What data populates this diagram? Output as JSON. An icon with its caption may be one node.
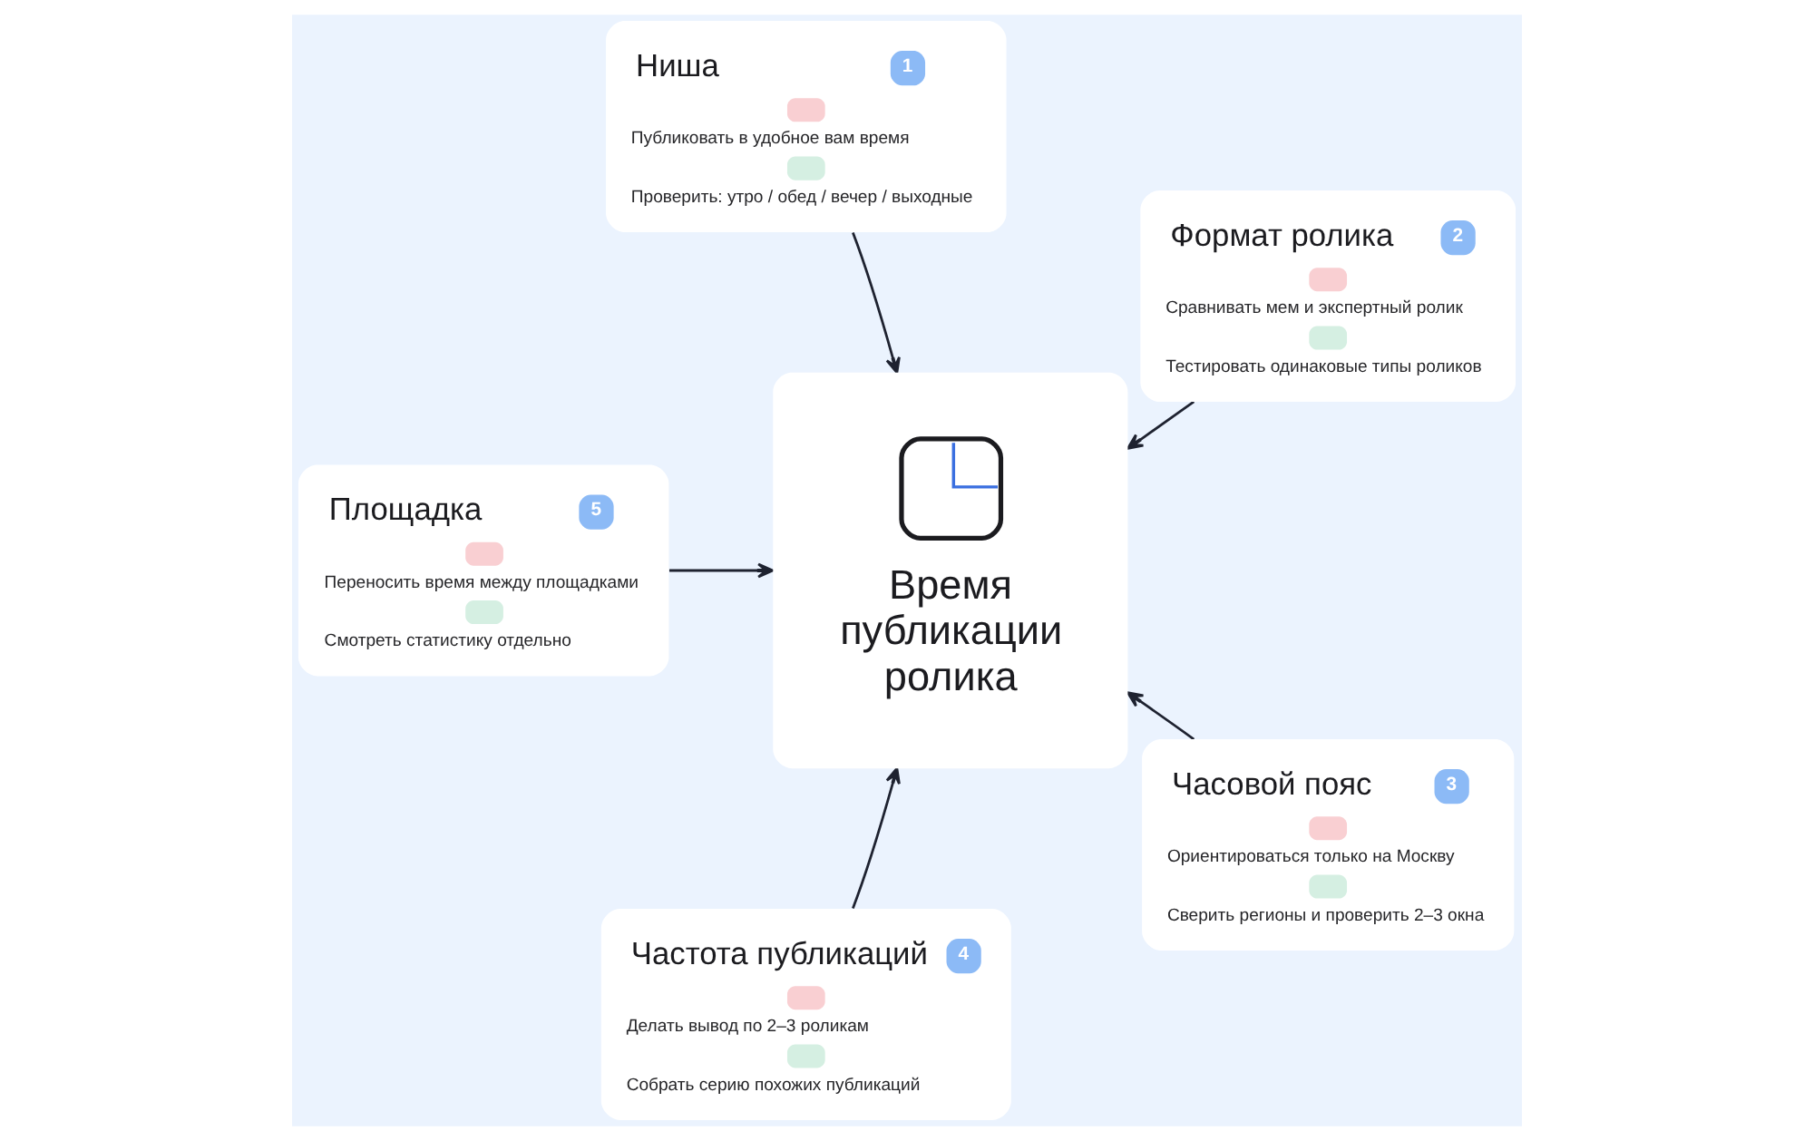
{
  "diagram": {
    "nodes": [
      {
        "text": [
          "Ниша",
          "1",
          "Публиковать в удобное вам время",
          "Проверить: утро / обед / вечер / выходные"
        ]
      },
      {
        "text": [
          "Формат ролика",
          "2",
          "Сравнивать мем и экспертный ролик",
          "Тестировать одинаковые типы роликов"
        ]
      },
      {
        "text": [
          "Часовой пояс",
          "3",
          "Ориентироваться только на Москву",
          "Сверить регионы и проверить 2–3 окна"
        ]
      },
      {
        "text": [
          "Частота публикаций",
          "4",
          "Делать вывод по 2–3 роликам",
          "Собрать серию похожих публикаций"
        ]
      },
      {
        "text": [
          "Площадка",
          "5",
          "Переносить время между площадками",
          "Смотреть статистику отдельно"
        ]
      },
      {
        "text": [
          "Время публикации ролика"
        ]
      }
    ],
    "edges": [
      {
        "from": 0,
        "to": 5,
        "arrow": "to"
      },
      {
        "from": 1,
        "to": 5,
        "arrow": "to"
      },
      {
        "from": 2,
        "to": 5,
        "arrow": "to"
      },
      {
        "from": 3,
        "to": 5,
        "arrow": "to"
      },
      {
        "from": 4,
        "to": 5,
        "arrow": "to"
      }
    ]
  }
}
